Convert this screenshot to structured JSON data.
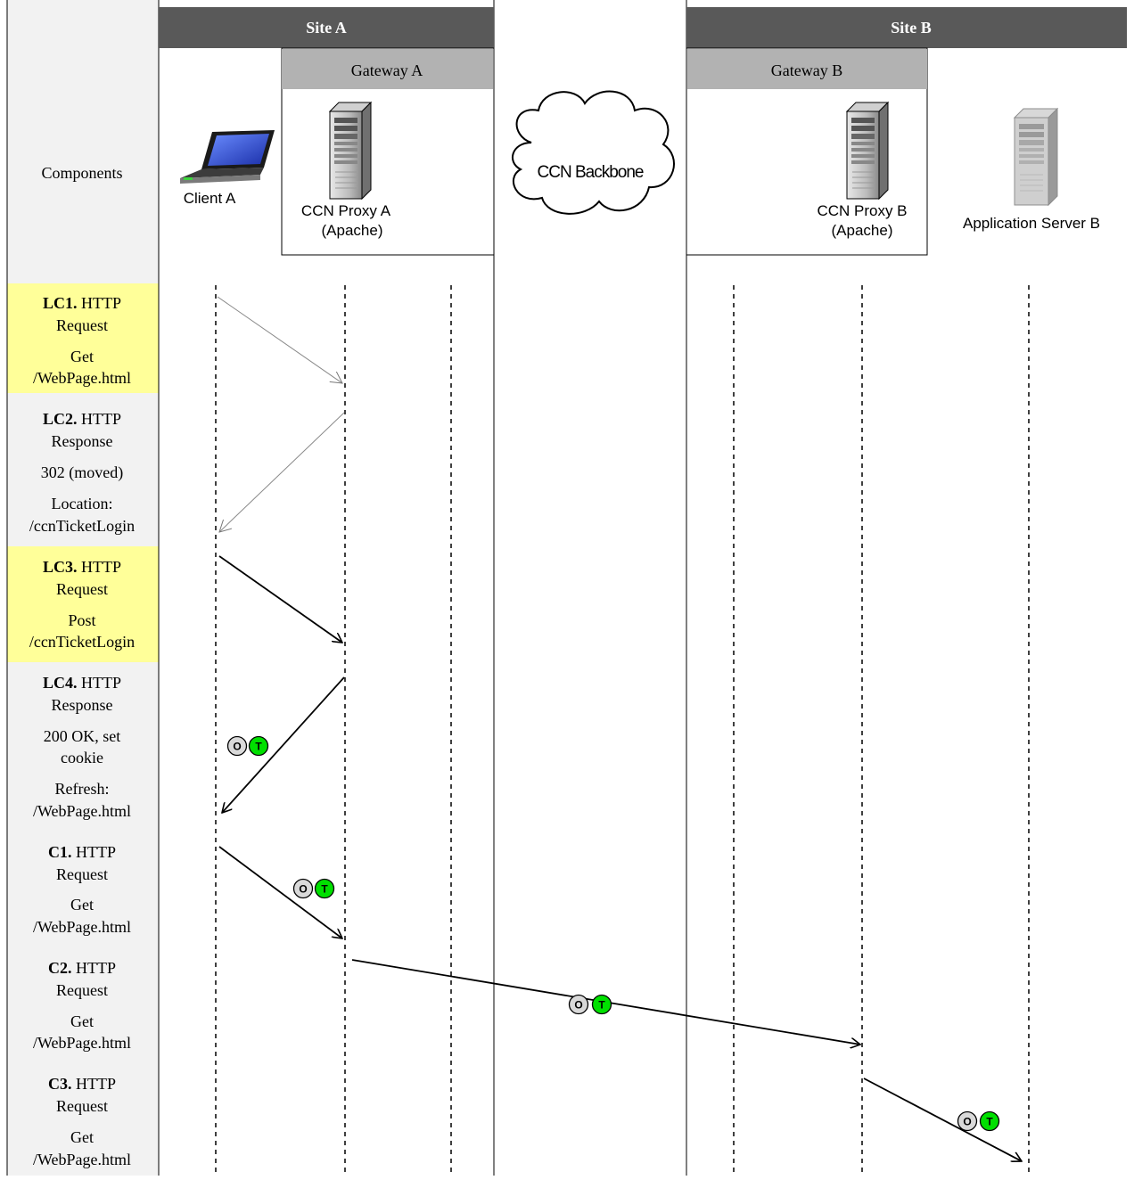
{
  "header": {
    "site_a": "Site A",
    "site_b": "Site B",
    "gateway_a": "Gateway A",
    "gateway_b": "Gateway B"
  },
  "components": {
    "row_label": "Components",
    "client": "Client A",
    "proxy_a_line1": "CCN Proxy A",
    "proxy_a_line2": "(Apache)",
    "backbone": "CCN Backbone",
    "proxy_b_line1": "CCN Proxy B",
    "proxy_b_line2": "(Apache)",
    "app_server": "Application Server B"
  },
  "steps": [
    {
      "id": "LC1.",
      "title": " HTTP",
      "kind": "Request",
      "lines": [
        "Get",
        "/WebPage.html"
      ],
      "highlight": true
    },
    {
      "id": "LC2.",
      "title": " HTTP",
      "kind": "Response",
      "lines": [
        "302 (moved)",
        "Location:",
        "/ccnTicketLogin"
      ],
      "highlight": false
    },
    {
      "id": "LC3.",
      "title": " HTTP",
      "kind": "Request",
      "lines": [
        "Post",
        "/ccnTicketLogin"
      ],
      "highlight": true
    },
    {
      "id": "LC4.",
      "title": " HTTP",
      "kind": "Response",
      "lines": [
        "200 OK, set",
        "cookie",
        "Refresh:",
        "/WebPage.html"
      ],
      "highlight": false
    },
    {
      "id": "C1.",
      "title": " HTTP",
      "kind": "Request",
      "lines": [
        "Get",
        "/WebPage.html"
      ],
      "highlight": false
    },
    {
      "id": "C2.",
      "title": " HTTP",
      "kind": "Request",
      "lines": [
        "Get",
        "/WebPage.html"
      ],
      "highlight": false
    },
    {
      "id": "C3.",
      "title": " HTTP",
      "kind": "Request",
      "lines": [
        "Get",
        "/WebPage.html"
      ],
      "highlight": false
    }
  ],
  "tokens": {
    "o": "O",
    "t": "T"
  },
  "colors": {
    "header_dark": "#595959",
    "header_light": "#b2b2b2",
    "highlight": "#ffff99",
    "side_panel": "#f2f2f2",
    "token_green": "#00e000",
    "token_grey": "#d9d9d9"
  }
}
